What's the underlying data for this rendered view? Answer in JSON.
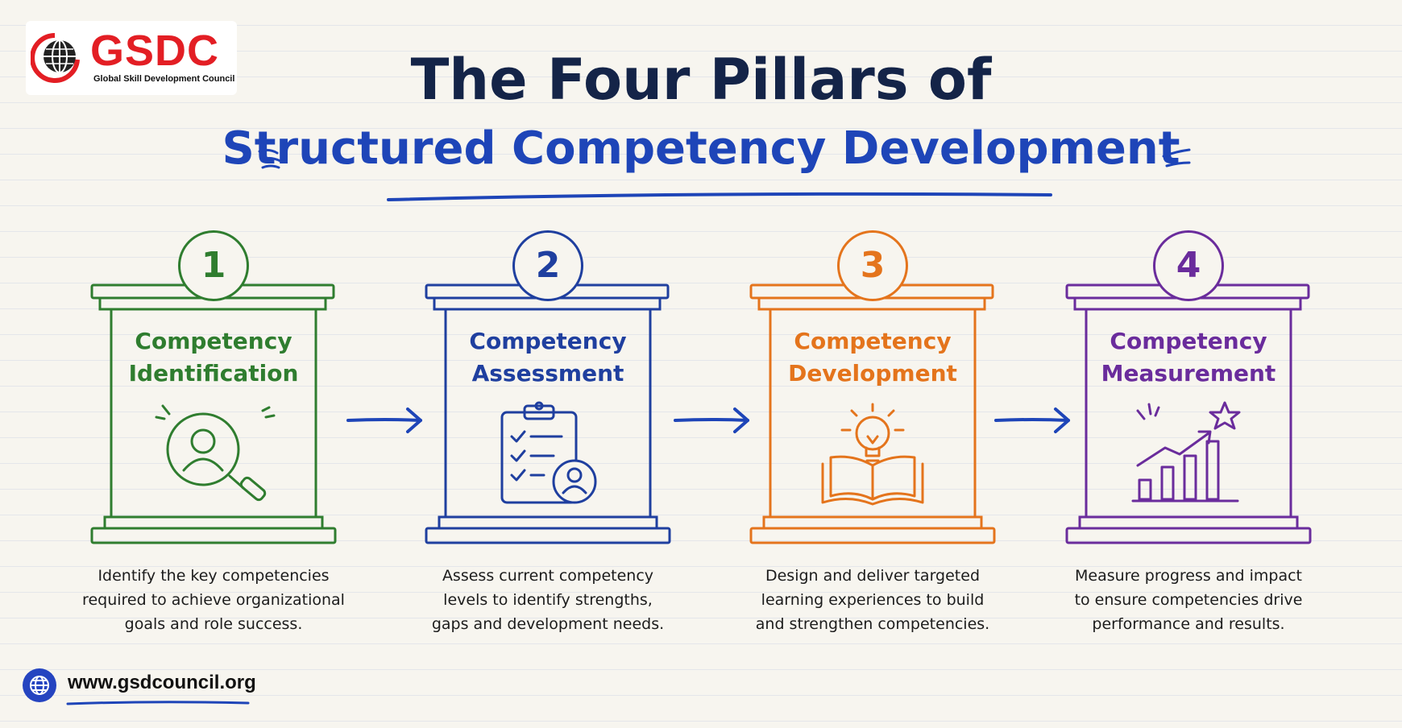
{
  "logo": {
    "name": "GSDC",
    "subtitle": "Global Skill Development Council"
  },
  "title": {
    "line1": "The Four Pillars of",
    "line2": "Structured Competency Development"
  },
  "colors": {
    "green": "#2f7d2f",
    "blue": "#1f3f9f",
    "orange": "#e4741c",
    "purple": "#6a2c9c",
    "title_dark": "#142448",
    "title_blue": "#1e45b8"
  },
  "pillars": [
    {
      "number": "1",
      "title_line1": "Competency",
      "title_line2": "Identification",
      "icon": "magnifier-user-icon",
      "description": [
        "Identify the key competencies",
        "required to achieve organizational",
        "goals and role success."
      ]
    },
    {
      "number": "2",
      "title_line1": "Competency",
      "title_line2": "Assessment",
      "icon": "clipboard-checklist-icon",
      "description": [
        "Assess current competency",
        "levels to identify strengths,",
        "gaps and development needs."
      ]
    },
    {
      "number": "3",
      "title_line1": "Competency",
      "title_line2": "Development",
      "icon": "lightbulb-book-icon",
      "description": [
        "Design and deliver targeted",
        "learning experiences to build",
        "and strengthen competencies."
      ]
    },
    {
      "number": "4",
      "title_line1": "Competency",
      "title_line2": "Measurement",
      "icon": "growth-chart-star-icon",
      "description": [
        "Measure progress and impact",
        "to ensure competencies drive",
        "performance and results."
      ]
    }
  ],
  "footer": {
    "website": "www.gsdcouncil.org",
    "icon": "globe-icon"
  }
}
